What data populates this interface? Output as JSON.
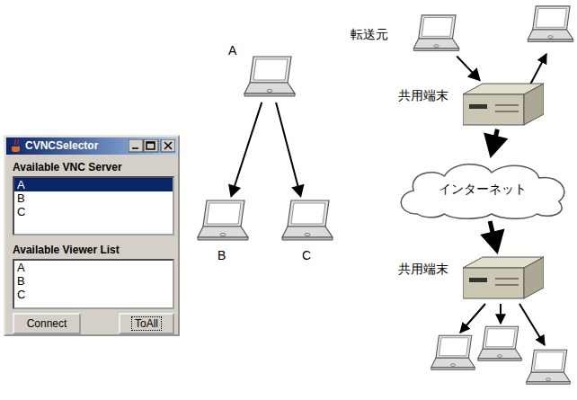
{
  "diagram": {
    "nodes": [
      {
        "text": [
          "CVNCSelector"
        ]
      },
      {
        "text": [
          "Available VNC Server",
          "A",
          "B",
          "C"
        ],
        "in": 0
      },
      {
        "text": [
          "Available Viewer List",
          "A",
          "B",
          "C"
        ],
        "in": 0
      },
      {
        "text": [
          "Connect"
        ],
        "in": 0
      },
      {
        "text": [
          "ToAll"
        ],
        "in": 0
      },
      {
        "text": [
          "A"
        ]
      },
      {
        "text": [
          "B"
        ]
      },
      {
        "text": [
          "C"
        ]
      },
      {
        "text": [
          "転送元"
        ]
      },
      {
        "text": [
          "共用端末"
        ]
      },
      {
        "text": [
          "インターネット"
        ]
      },
      {
        "text": [
          "共用端末"
        ]
      }
    ],
    "edges": [
      {
        "from": 5,
        "to": 6,
        "arrow": "to"
      },
      {
        "from": 5,
        "to": 7,
        "arrow": "to"
      },
      {
        "from": 8,
        "to": 9,
        "arrow": "to"
      },
      {
        "from": 9,
        "to": 10,
        "arrow": "to"
      },
      {
        "from": 10,
        "to": 11,
        "arrow": "to"
      }
    ]
  }
}
